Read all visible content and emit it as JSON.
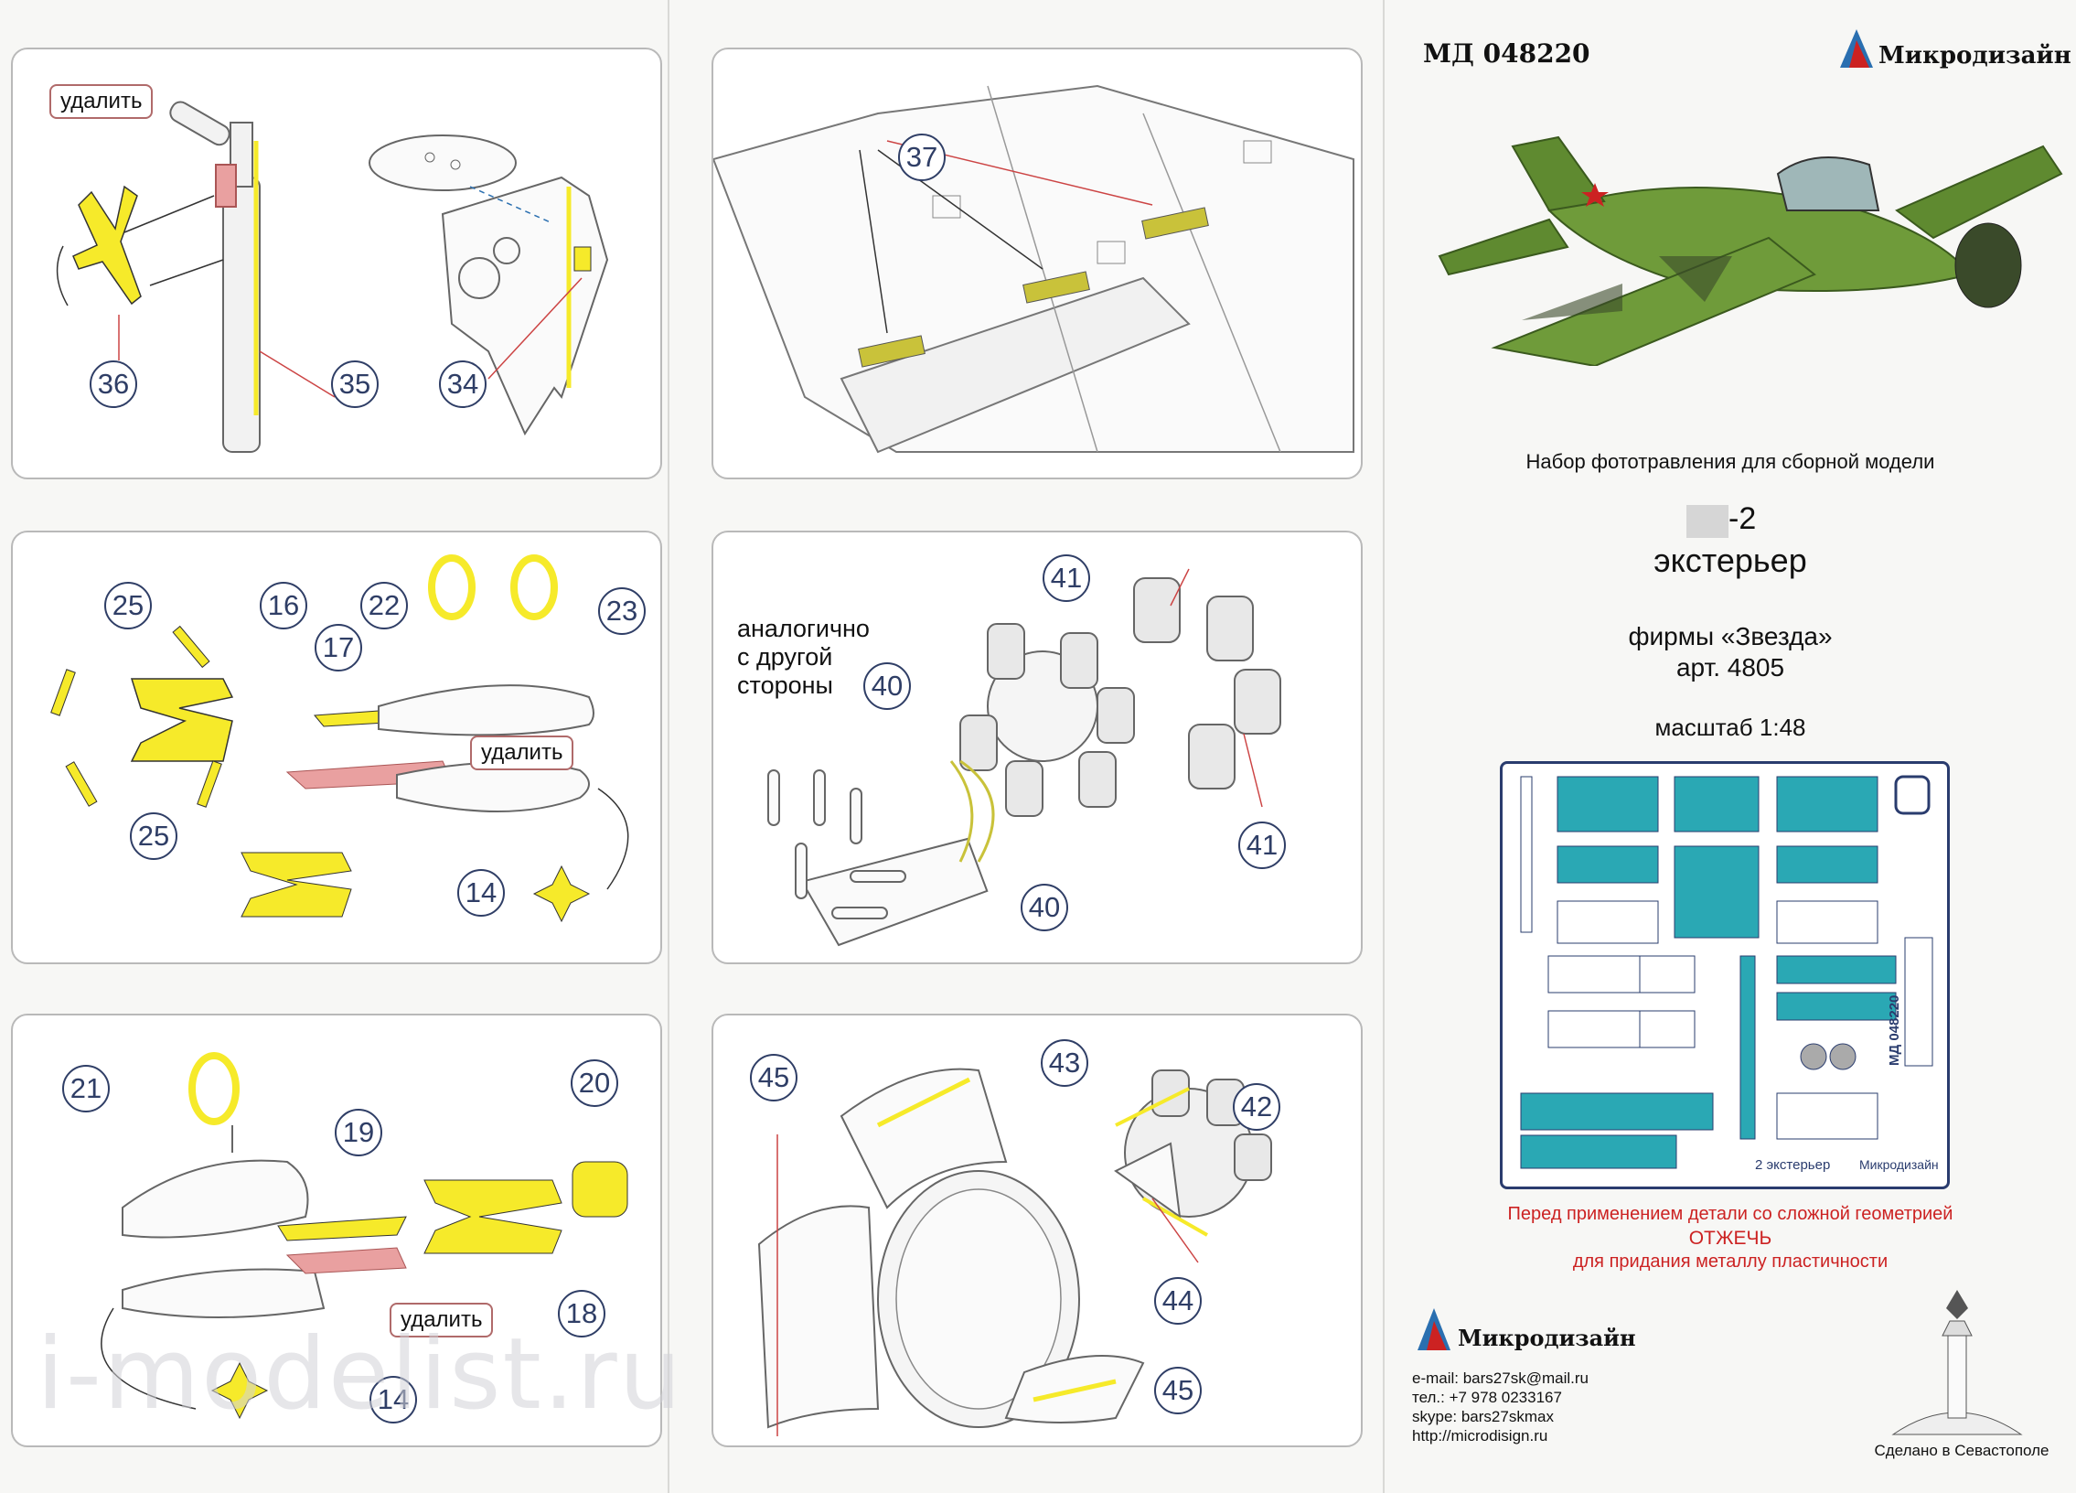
{
  "colors": {
    "accent_blue": "#2f3e66",
    "etch_yellow": "#f6ea2a",
    "remove_pink": "#e9a0a0",
    "etch_teal": "#2aa8b4",
    "warning_red": "#cc2222"
  },
  "left_panels": {
    "p1": {
      "remove": "удалить",
      "callouts": [
        "36",
        "35",
        "34"
      ]
    },
    "p2": {
      "remove": "удалить",
      "callouts": [
        "25",
        "16",
        "22",
        "23",
        "17",
        "25",
        "14"
      ]
    },
    "p3": {
      "remove": "удалить",
      "callouts": [
        "21",
        "20",
        "19",
        "18",
        "14"
      ]
    }
  },
  "middle_panels": {
    "p4": {
      "callouts": [
        "37"
      ]
    },
    "p5": {
      "note": [
        "аналогично",
        "с другой",
        "стороны"
      ],
      "callouts": [
        "41",
        "40",
        "41",
        "40"
      ]
    },
    "p6": {
      "callouts": [
        "45",
        "43",
        "42",
        "44",
        "45"
      ]
    }
  },
  "right_panel": {
    "product_code": "МД 048220",
    "brand": "Микродизайн",
    "subtitle": "Набор фототравления для сборной модели",
    "model_suffix": "-2",
    "model_line2": "экстерьер",
    "maker": "фирмы «Звезда»",
    "article": "арт. 4805",
    "scale": "масштаб 1:48",
    "sheet_code": "МД 048220",
    "sheet_caption": "2 экстерьер",
    "sheet_brand": "Микродизайн",
    "warning": [
      "Перед применением детали со сложной геометрией",
      "ОТЖЕЧЬ",
      "для придания металлу пластичности"
    ],
    "contacts": [
      "e-mail: bars27sk@mail.ru",
      "тел.: +7 978 0233167",
      "skype: bars27skmax",
      "http://microdisign.ru"
    ],
    "made_in": "Сделано в Севастополе"
  },
  "watermark": "i-modelist.ru"
}
